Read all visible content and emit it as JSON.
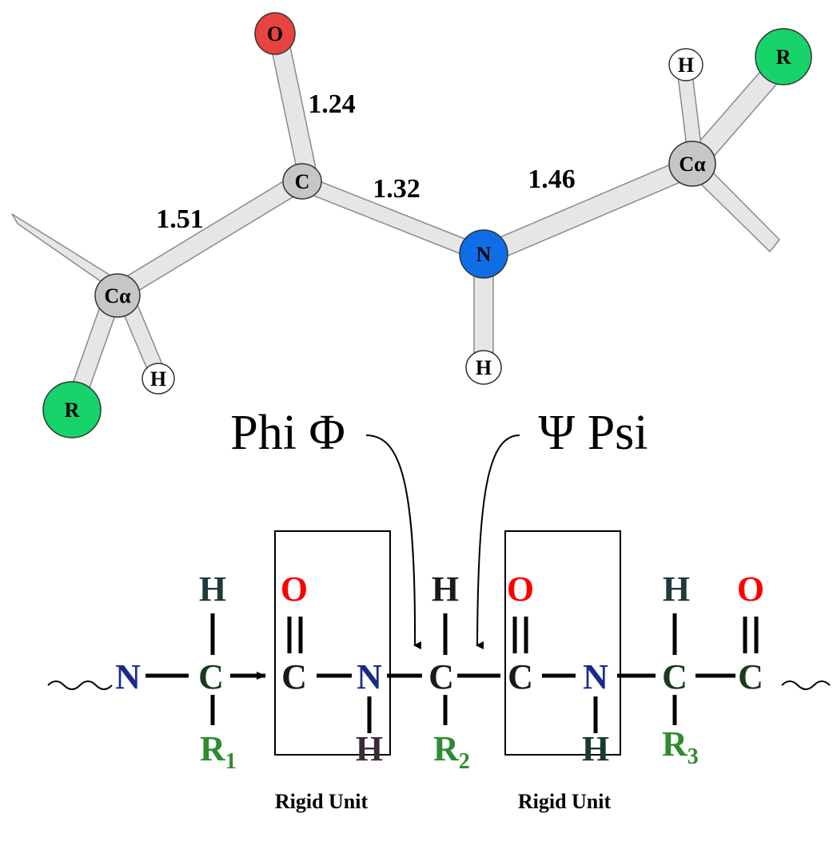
{
  "colors": {
    "oxygen": "#e8433f",
    "nitrogen": "#0f6ee6",
    "r_group": "#17d36a",
    "carbon": "#c6c6c6",
    "hydrogen": "#ffffff",
    "scheme_n": "#1a2a8c",
    "scheme_o": "#ff0000",
    "scheme_r": "#2e8b2e"
  },
  "model": {
    "atoms": {
      "o": "O",
      "c": "C",
      "n": "N",
      "h_n": "H",
      "ca1": "Cα",
      "ca2": "Cα",
      "h1": "H",
      "h2": "H",
      "r1": "R",
      "r2": "R"
    },
    "bond_lengths": {
      "c_o": "1.24",
      "ca_c": "1.51",
      "c_n": "1.32",
      "n_ca": "1.46"
    }
  },
  "angles": {
    "phi": "Phi Φ",
    "psi": "Ψ Psi"
  },
  "scheme": {
    "chain_end": "~~",
    "n1": "N",
    "c1_h": "H",
    "c1": "C",
    "r1": "R",
    "r1_sub": "1",
    "c2_o": "O",
    "c2": "C",
    "n2": "N",
    "n2_h": "H",
    "c3_h": "H",
    "c3": "C",
    "r2": "R",
    "r2_sub": "2",
    "c4_o": "O",
    "c4": "C",
    "n3": "N",
    "n3_h": "H",
    "c5_h": "H",
    "c5": "C",
    "r3": "R",
    "r3_sub": "3",
    "c6_o": "O",
    "c6": "C",
    "rigid_unit_1": "Rigid Unit",
    "rigid_unit_2": "Rigid Unit"
  }
}
